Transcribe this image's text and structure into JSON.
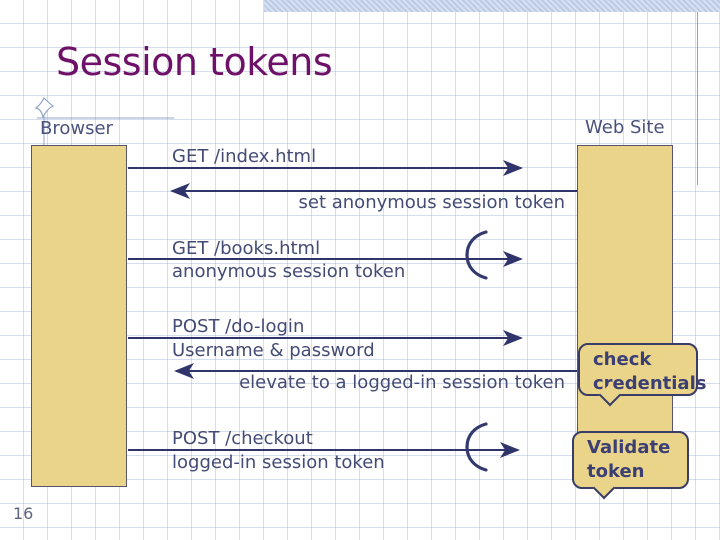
{
  "slide": {
    "title": "Session tokens",
    "page_number": "16"
  },
  "actors": [
    {
      "id": "browser",
      "label": "Browser"
    },
    {
      "id": "web_site",
      "label": "Web Site"
    }
  ],
  "messages": [
    {
      "id": "get_index",
      "direction": "right",
      "label": "GET /index.html"
    },
    {
      "id": "set_anon",
      "direction": "left",
      "label": "set anonymous session token"
    },
    {
      "id": "get_books",
      "direction": "right",
      "label": "GET /books.html",
      "label2": "anonymous session token",
      "grouped": true
    },
    {
      "id": "post_login",
      "direction": "right",
      "label": "POST /do-login",
      "label2": "Username & password"
    },
    {
      "id": "elevate",
      "direction": "left",
      "label": "elevate to a logged-in session token"
    },
    {
      "id": "post_checkout",
      "direction": "right",
      "label": "POST /checkout",
      "label2": "logged-in session token",
      "grouped": true
    }
  ],
  "callouts": [
    {
      "id": "check_credentials",
      "line1": "check",
      "line2": "credentials"
    },
    {
      "id": "validate_token",
      "line1": "Validate",
      "line2": "token"
    }
  ],
  "icons": {
    "anchor_flag": "anchor-flag-icon",
    "group_brace": "group-brace-icon"
  },
  "colors": {
    "lifeline_fill": "#e9d489",
    "arrow_line": "#2f356b",
    "title_text": "#6d1268",
    "label_text": "#444b74",
    "actor_text": "#4a527b",
    "callout_border": "#383c66",
    "grid_line": "#a4b4d4",
    "accent_band": "#c7d3ea",
    "accent_line": "#8ea2c6"
  }
}
